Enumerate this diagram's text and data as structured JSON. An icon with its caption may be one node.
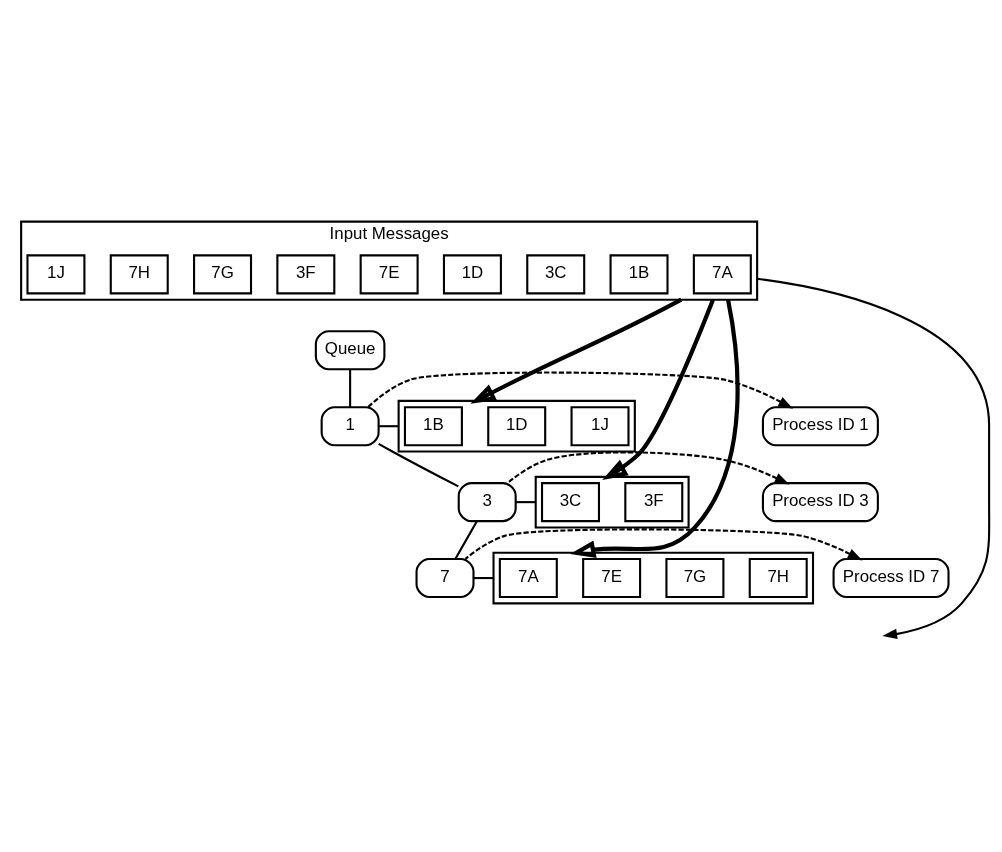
{
  "diagram": {
    "nodes": [
      {
        "text": [
          "Input Messages"
        ]
      },
      {
        "text": [
          "1J"
        ],
        "in": 0
      },
      {
        "text": [
          "7H"
        ],
        "in": 0
      },
      {
        "text": [
          "7G"
        ],
        "in": 0
      },
      {
        "text": [
          "3F"
        ],
        "in": 0
      },
      {
        "text": [
          "7E"
        ],
        "in": 0
      },
      {
        "text": [
          "1D"
        ],
        "in": 0
      },
      {
        "text": [
          "3C"
        ],
        "in": 0
      },
      {
        "text": [
          "1B"
        ],
        "in": 0
      },
      {
        "text": [
          "7A"
        ],
        "in": 0
      },
      {
        "text": [
          "Queue"
        ]
      },
      {
        "text": [
          "Process ID 1"
        ]
      },
      {
        "text": [
          "1"
        ]
      },
      {
        "text": [],
        "shape": "box"
      },
      {
        "text": [
          "1B"
        ],
        "in": 13
      },
      {
        "text": [
          "1D"
        ],
        "in": 13
      },
      {
        "text": [
          "1J"
        ],
        "in": 13
      },
      {
        "text": [
          "Process ID 3"
        ]
      },
      {
        "text": [
          "3"
        ]
      },
      {
        "text": [],
        "shape": "box"
      },
      {
        "text": [
          "3C"
        ],
        "in": 19
      },
      {
        "text": [
          "3F"
        ],
        "in": 19
      },
      {
        "text": [
          "Process ID 7"
        ]
      },
      {
        "text": [
          "7"
        ]
      },
      {
        "text": [],
        "shape": "box"
      },
      {
        "text": [
          "7A"
        ],
        "in": 24
      },
      {
        "text": [
          "7E"
        ],
        "in": 24
      },
      {
        "text": [
          "7G"
        ],
        "in": 24
      },
      {
        "text": [
          "7H"
        ],
        "in": 24
      }
    ],
    "edges": [
      {
        "from": 0,
        "to": 13,
        "arrow": "to",
        "style": "thick"
      },
      {
        "from": 0,
        "to": 19,
        "arrow": "to",
        "style": "thick"
      },
      {
        "from": 0,
        "to": 24,
        "arrow": "to",
        "style": "thick"
      },
      {
        "from": 0,
        "to": null,
        "arrow": "to"
      },
      {
        "from": 10,
        "to": 12,
        "arrow": "none"
      },
      {
        "from": 12,
        "to": 18,
        "arrow": "none"
      },
      {
        "from": 18,
        "to": 23,
        "arrow": "none"
      },
      {
        "from": 12,
        "to": 13,
        "arrow": "none"
      },
      {
        "from": 18,
        "to": 19,
        "arrow": "none"
      },
      {
        "from": 23,
        "to": 24,
        "arrow": "none"
      },
      {
        "from": 12,
        "to": 11,
        "arrow": "to",
        "style": "dashed"
      },
      {
        "from": 18,
        "to": 17,
        "arrow": "to",
        "style": "dashed"
      },
      {
        "from": 23,
        "to": 22,
        "arrow": "to",
        "style": "dashed"
      }
    ]
  }
}
